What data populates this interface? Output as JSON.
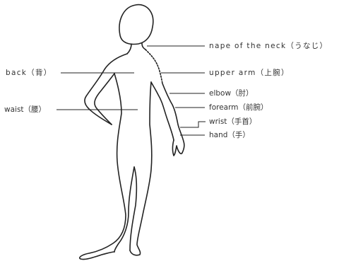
{
  "labels": {
    "nape": "nape of the neck（うなじ）",
    "upper_arm": "upper arm（上腕）",
    "elbow": "elbow（肘）",
    "forearm": "forearm（前腕）",
    "wrist": "wrist（手首）",
    "hand": "hand（手）",
    "back": "back（背）",
    "waist": "waist（腰）"
  },
  "colors": {
    "line": "#222222",
    "text": "#333333",
    "background": "#ffffff"
  }
}
